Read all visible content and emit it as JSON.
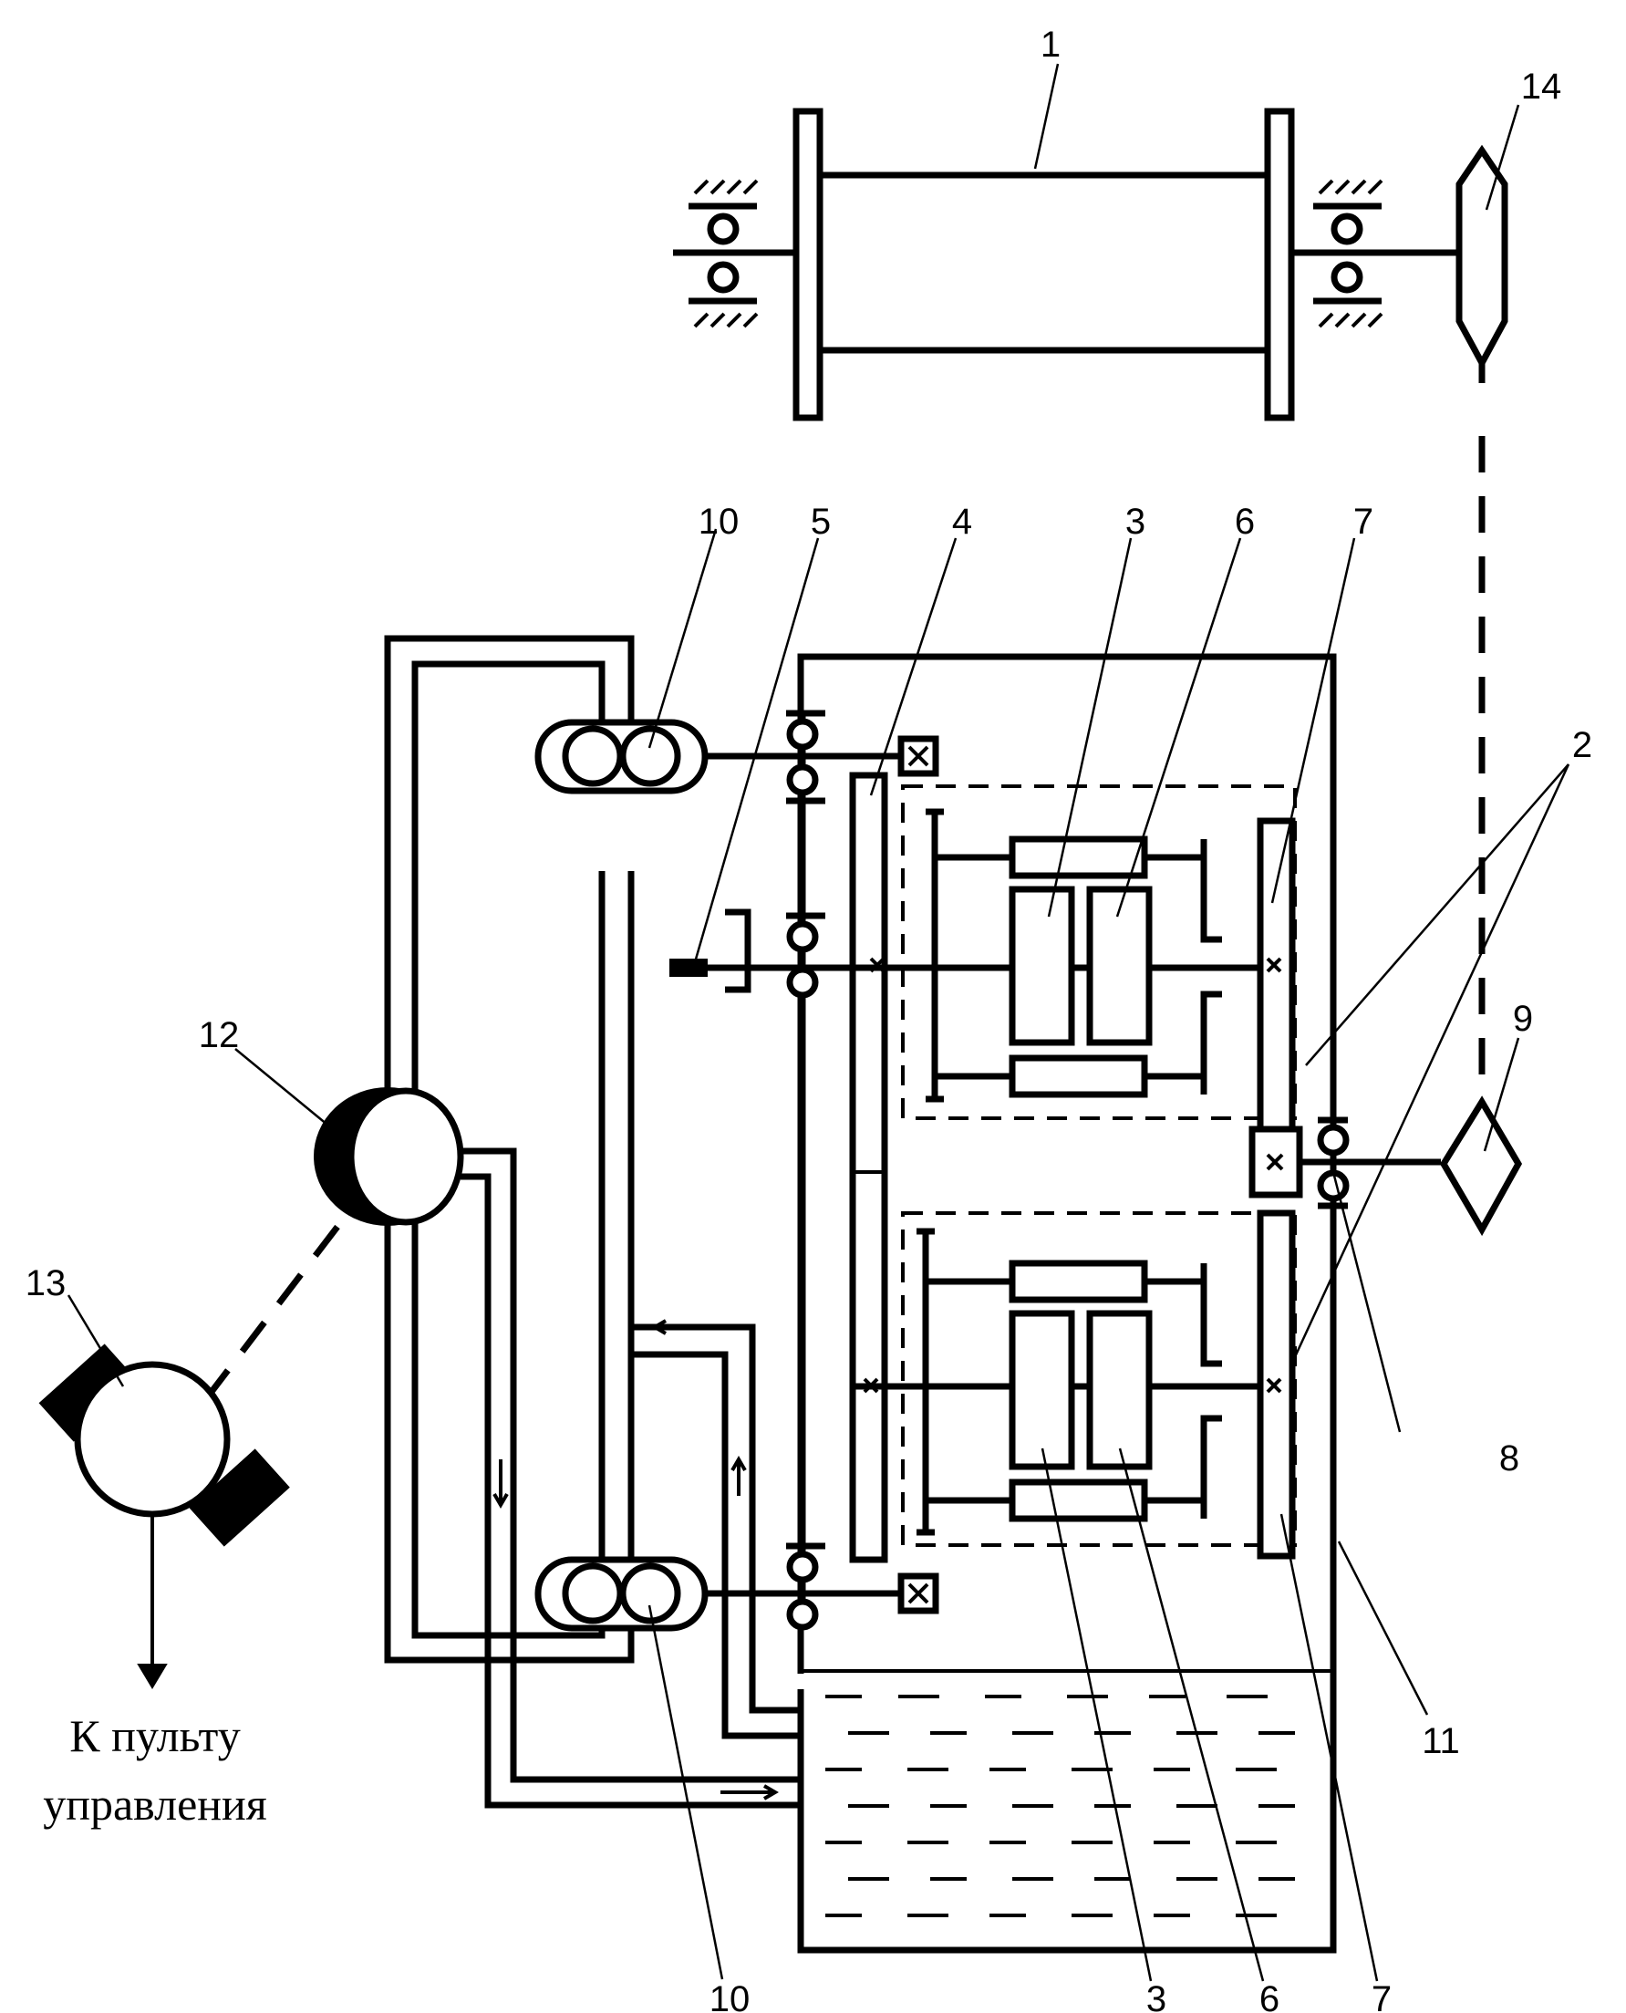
{
  "labels": {
    "l1": "1",
    "l14": "14",
    "l10_top": "10",
    "l5": "5",
    "l4": "4",
    "l3_top": "3",
    "l6_top": "6",
    "l7_top": "7",
    "l2": "2",
    "l12": "12",
    "l9": "9",
    "l13": "13",
    "l8": "8",
    "l11": "11",
    "l10_bot": "10",
    "l3_bot": "3",
    "l6_bot": "6",
    "l7_bot": "7"
  },
  "caption": {
    "line1": "К пульту",
    "line2": "управления"
  }
}
